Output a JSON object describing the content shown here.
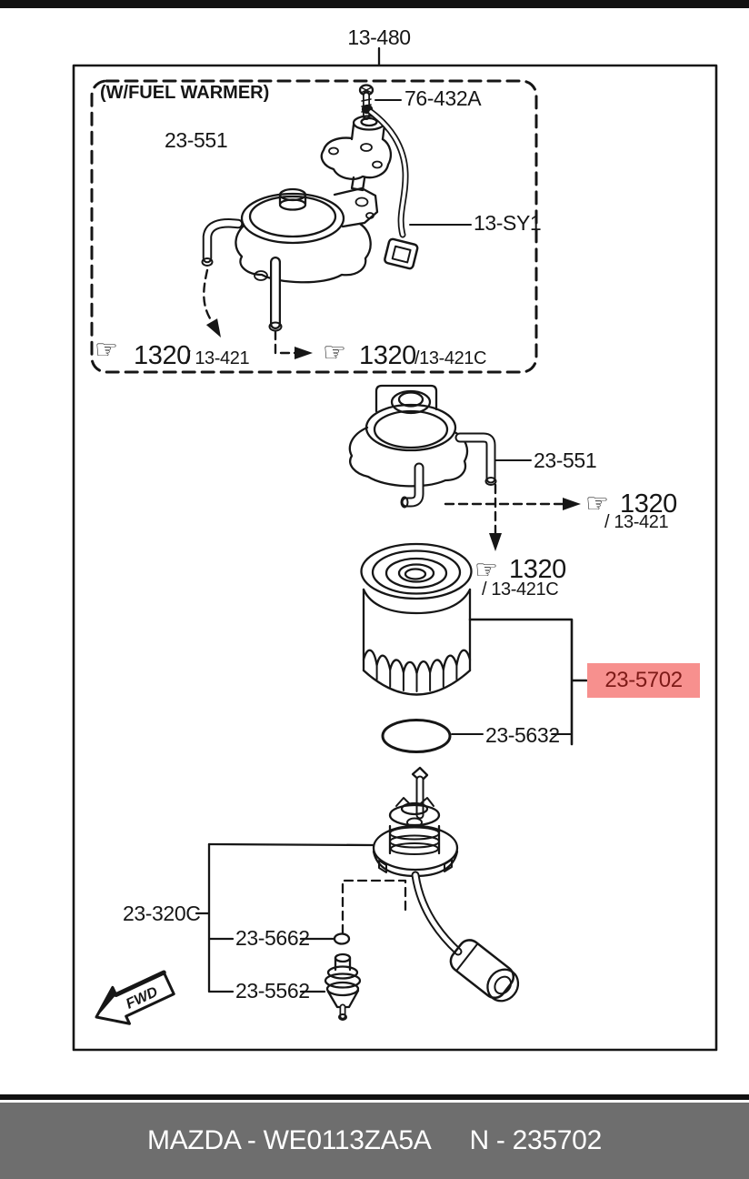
{
  "colors": {
    "line": "#161616",
    "highlight_bg": "#f7908e",
    "highlight_fg": "#7d1a17",
    "footer_bg": "#6e6e6e"
  },
  "icons": {
    "hand": "☞"
  },
  "frame": {
    "part_group_label": "13-480"
  },
  "fuel_warmer_section": {
    "title": "(W/FUEL WARMER)",
    "labels": {
      "bolt": "76-432A",
      "pump": "23-551",
      "harness": "13-SY1"
    },
    "refs": {
      "left": {
        "main": "1320",
        "sub": "/ 13-421"
      },
      "right": {
        "main": "1320",
        "sub": "/13-421C"
      }
    }
  },
  "standard_section": {
    "labels": {
      "head": "23-551",
      "oring": "23-5632"
    },
    "refs": {
      "right": {
        "main": "1320",
        "sub": "/ 13-421"
      },
      "below": {
        "main": "1320",
        "sub": "/ 13-421C"
      }
    },
    "highlighted_part": "23-5702"
  },
  "sedimenter_section": {
    "labels": {
      "bracket": "23-320C",
      "check_ball": "23-5662",
      "drain_plug": "23-5562"
    }
  },
  "fwd_marker": "FWD",
  "footer": {
    "catalog_code": "MAZDA - WE0113ZA5A",
    "part_number": "N - 235702"
  }
}
